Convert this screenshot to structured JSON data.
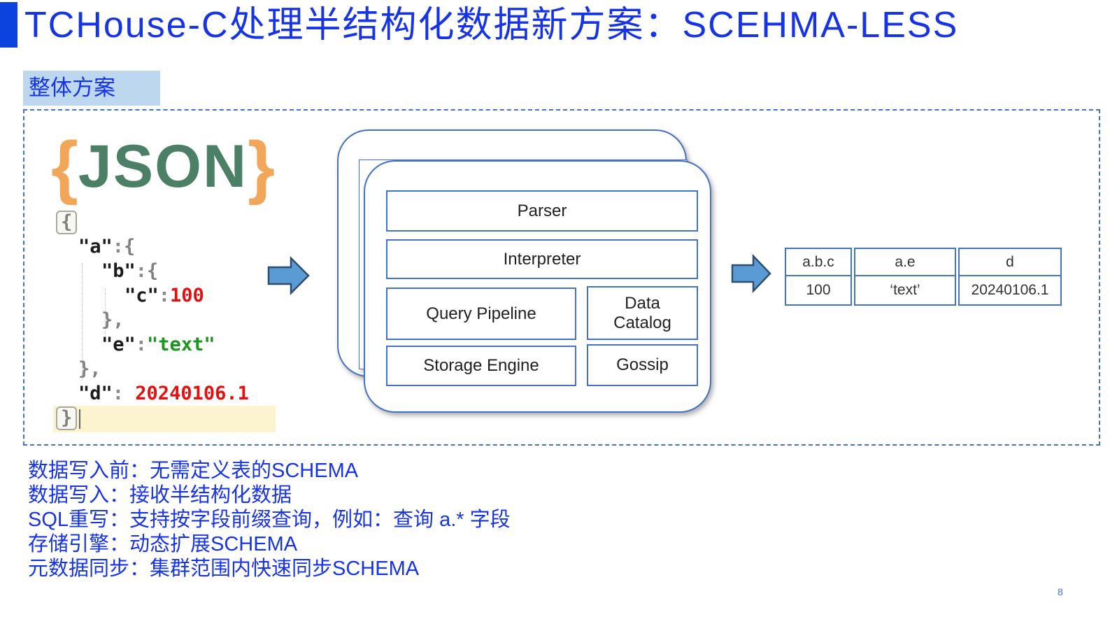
{
  "slide": {
    "title": "TCHouse-C处理半结构化数据新方案：SCEHMA-LESS",
    "section_label": "整体方案",
    "page_number": "8"
  },
  "json_logo": {
    "left_brace": "{",
    "text": "JSON",
    "right_brace": "}"
  },
  "code": {
    "lines": [
      {
        "tokens": [
          {
            "t": "{"
          }
        ]
      },
      {
        "tokens": [
          {
            "t": "\"a\""
          },
          {
            "t": ":"
          },
          {
            "t": "{"
          }
        ]
      },
      {
        "tokens": [
          {
            "t": "\"b\""
          },
          {
            "t": ":"
          },
          {
            "t": "{"
          }
        ]
      },
      {
        "tokens": [
          {
            "t": "\"c\""
          },
          {
            "t": ":"
          },
          {
            "t": "100"
          }
        ]
      },
      {
        "tokens": [
          {
            "t": "},"
          }
        ]
      },
      {
        "tokens": [
          {
            "t": "\"e\""
          },
          {
            "t": ":"
          },
          {
            "t": "\"text\""
          }
        ]
      },
      {
        "tokens": [
          {
            "t": "},"
          }
        ]
      },
      {
        "tokens": [
          {
            "t": "\"d\""
          },
          {
            "t": ": "
          },
          {
            "t": "20240106.1"
          }
        ]
      },
      {
        "tokens": [
          {
            "t": "}"
          }
        ]
      }
    ]
  },
  "engine": {
    "parser": "Parser",
    "interpreter": "Interpreter",
    "query_pipeline": "Query Pipeline",
    "data_catalog": "Data Catalog",
    "storage_engine": "Storage Engine",
    "gossip": "Gossip"
  },
  "result_table": {
    "columns": [
      {
        "header": "a.b.c",
        "value": "100"
      },
      {
        "header": "a.e",
        "value": "‘text’"
      },
      {
        "header": "d",
        "value": "20240106.1"
      }
    ]
  },
  "bullets": [
    "数据写入前：无需定义表的SCHEMA",
    "数据写入：接收半结构化数据",
    "SQL重写：支持按字段前缀查询，例如：查询 a.* 字段",
    "存储引擎：动态扩展SCHEMA",
    "元数据同步：集群范围内快速同步SCHEMA"
  ],
  "colors": {
    "title_blue": "#1733e6",
    "accent_bar_blue": "#0c42dd",
    "label_bg_blue": "#bdd7ee",
    "border_blue": "#4472c4",
    "arrow_fill": "#5b9bd5",
    "arrow_stroke": "#2f4d6e",
    "logo_green": "#4c8066",
    "logo_orange": "#f2a65a",
    "code_number_red": "#e50f0f",
    "code_string_green": "#1a9620",
    "highlight_yellow": "#fcf3cf"
  }
}
